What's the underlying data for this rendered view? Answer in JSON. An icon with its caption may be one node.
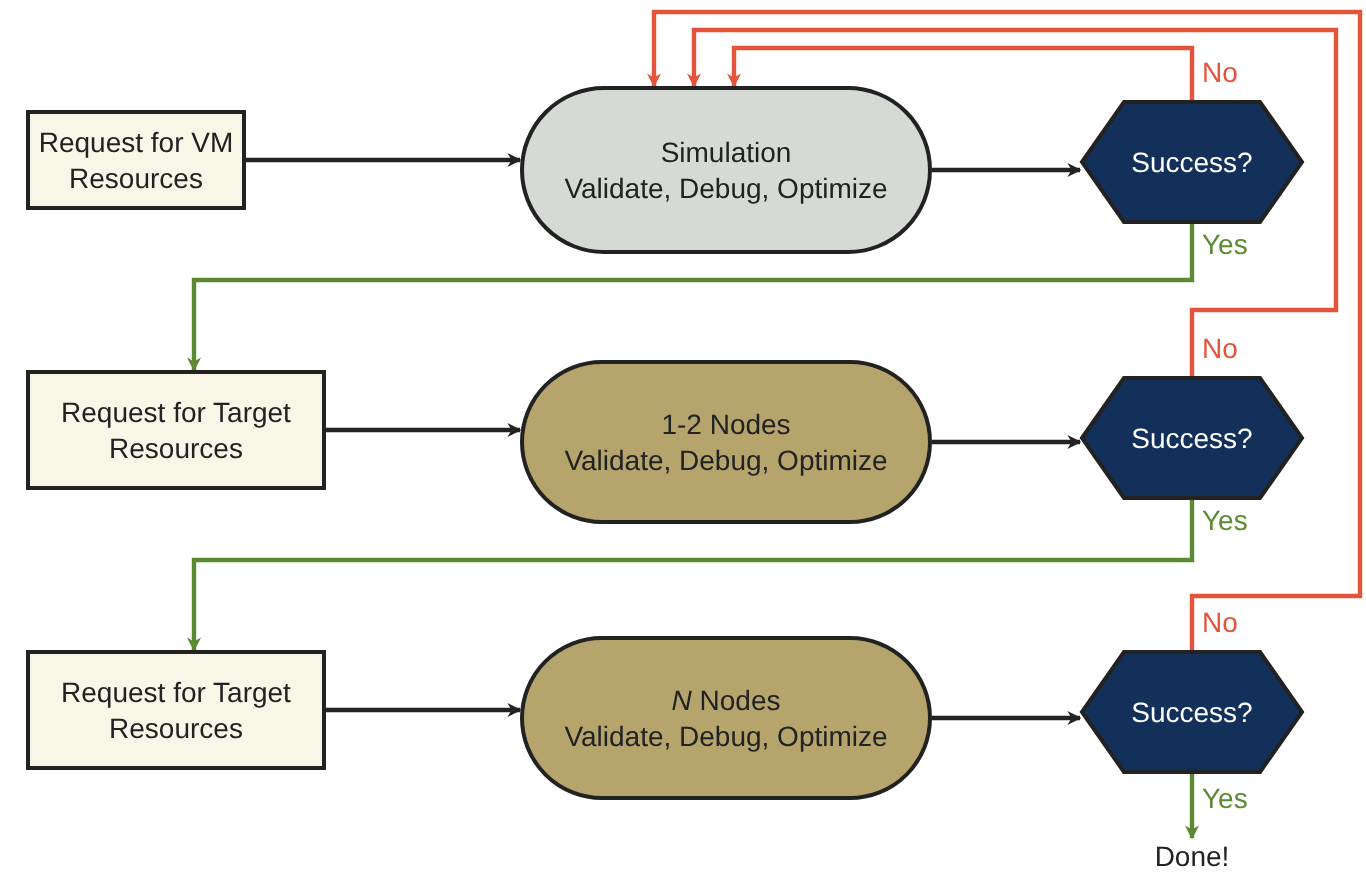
{
  "diagram": {
    "nodes": [
      {
        "text": [
          "Request for VM Resources"
        ]
      },
      {
        "text": [
          "Simulation",
          "Validate, Debug, Optimize"
        ]
      },
      {
        "text": [
          "Success?"
        ]
      },
      {
        "text": [
          "Request for Target Resources"
        ]
      },
      {
        "text": [
          "1-2 Nodes",
          "Validate, Debug, Optimize"
        ]
      },
      {
        "text": [
          "Success?"
        ]
      },
      {
        "text": [
          "Request for Target Resources"
        ]
      },
      {
        "text": [
          "*N* Nodes",
          "Validate, Debug, Optimize"
        ]
      },
      {
        "text": [
          "Success?"
        ]
      },
      {
        "text": [
          "Done!"
        ]
      }
    ],
    "edges": [
      {
        "from": 0,
        "to": 1,
        "arrow": "to"
      },
      {
        "from": 1,
        "to": 2,
        "arrow": "to"
      },
      {
        "from": 2,
        "to": 1,
        "arrow": "to",
        "label": "No",
        "color": "#e4543a"
      },
      {
        "from": 2,
        "to": 3,
        "arrow": "to",
        "label": "Yes",
        "color": "#5b8a32"
      },
      {
        "from": 3,
        "to": 4,
        "arrow": "to"
      },
      {
        "from": 4,
        "to": 5,
        "arrow": "to"
      },
      {
        "from": 5,
        "to": 1,
        "arrow": "to",
        "label": "No",
        "color": "#e4543a"
      },
      {
        "from": 5,
        "to": 6,
        "arrow": "to",
        "label": "Yes",
        "color": "#5b8a32"
      },
      {
        "from": 6,
        "to": 7,
        "arrow": "to"
      },
      {
        "from": 7,
        "to": 8,
        "arrow": "to"
      },
      {
        "from": 8,
        "to": 1,
        "arrow": "to",
        "label": "No",
        "color": "#e4543a"
      },
      {
        "from": 8,
        "to": 9,
        "arrow": "to",
        "label": "Yes",
        "color": "#5b8a32"
      }
    ]
  }
}
